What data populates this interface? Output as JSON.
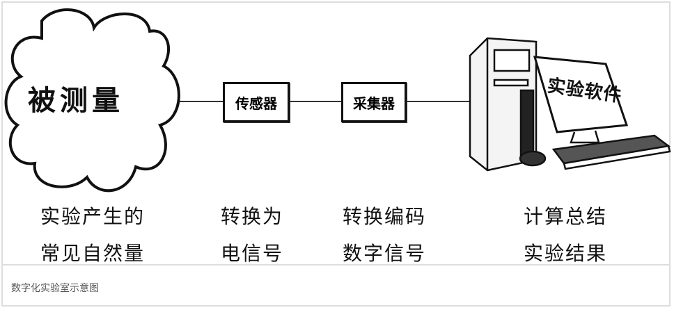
{
  "diagram": {
    "source": "被测量",
    "sensor": "传感器",
    "collector": "采集器",
    "software": "实验软件",
    "labels": [
      {
        "line1": "实验产生的",
        "line2": "常见自然量"
      },
      {
        "line1": "转换为",
        "line2": "电信号"
      },
      {
        "line1": "转换编码",
        "line2": "数字信号"
      },
      {
        "line1": "计算总结",
        "line2": "实验结果"
      }
    ]
  },
  "caption": "数字化实验室示意图"
}
